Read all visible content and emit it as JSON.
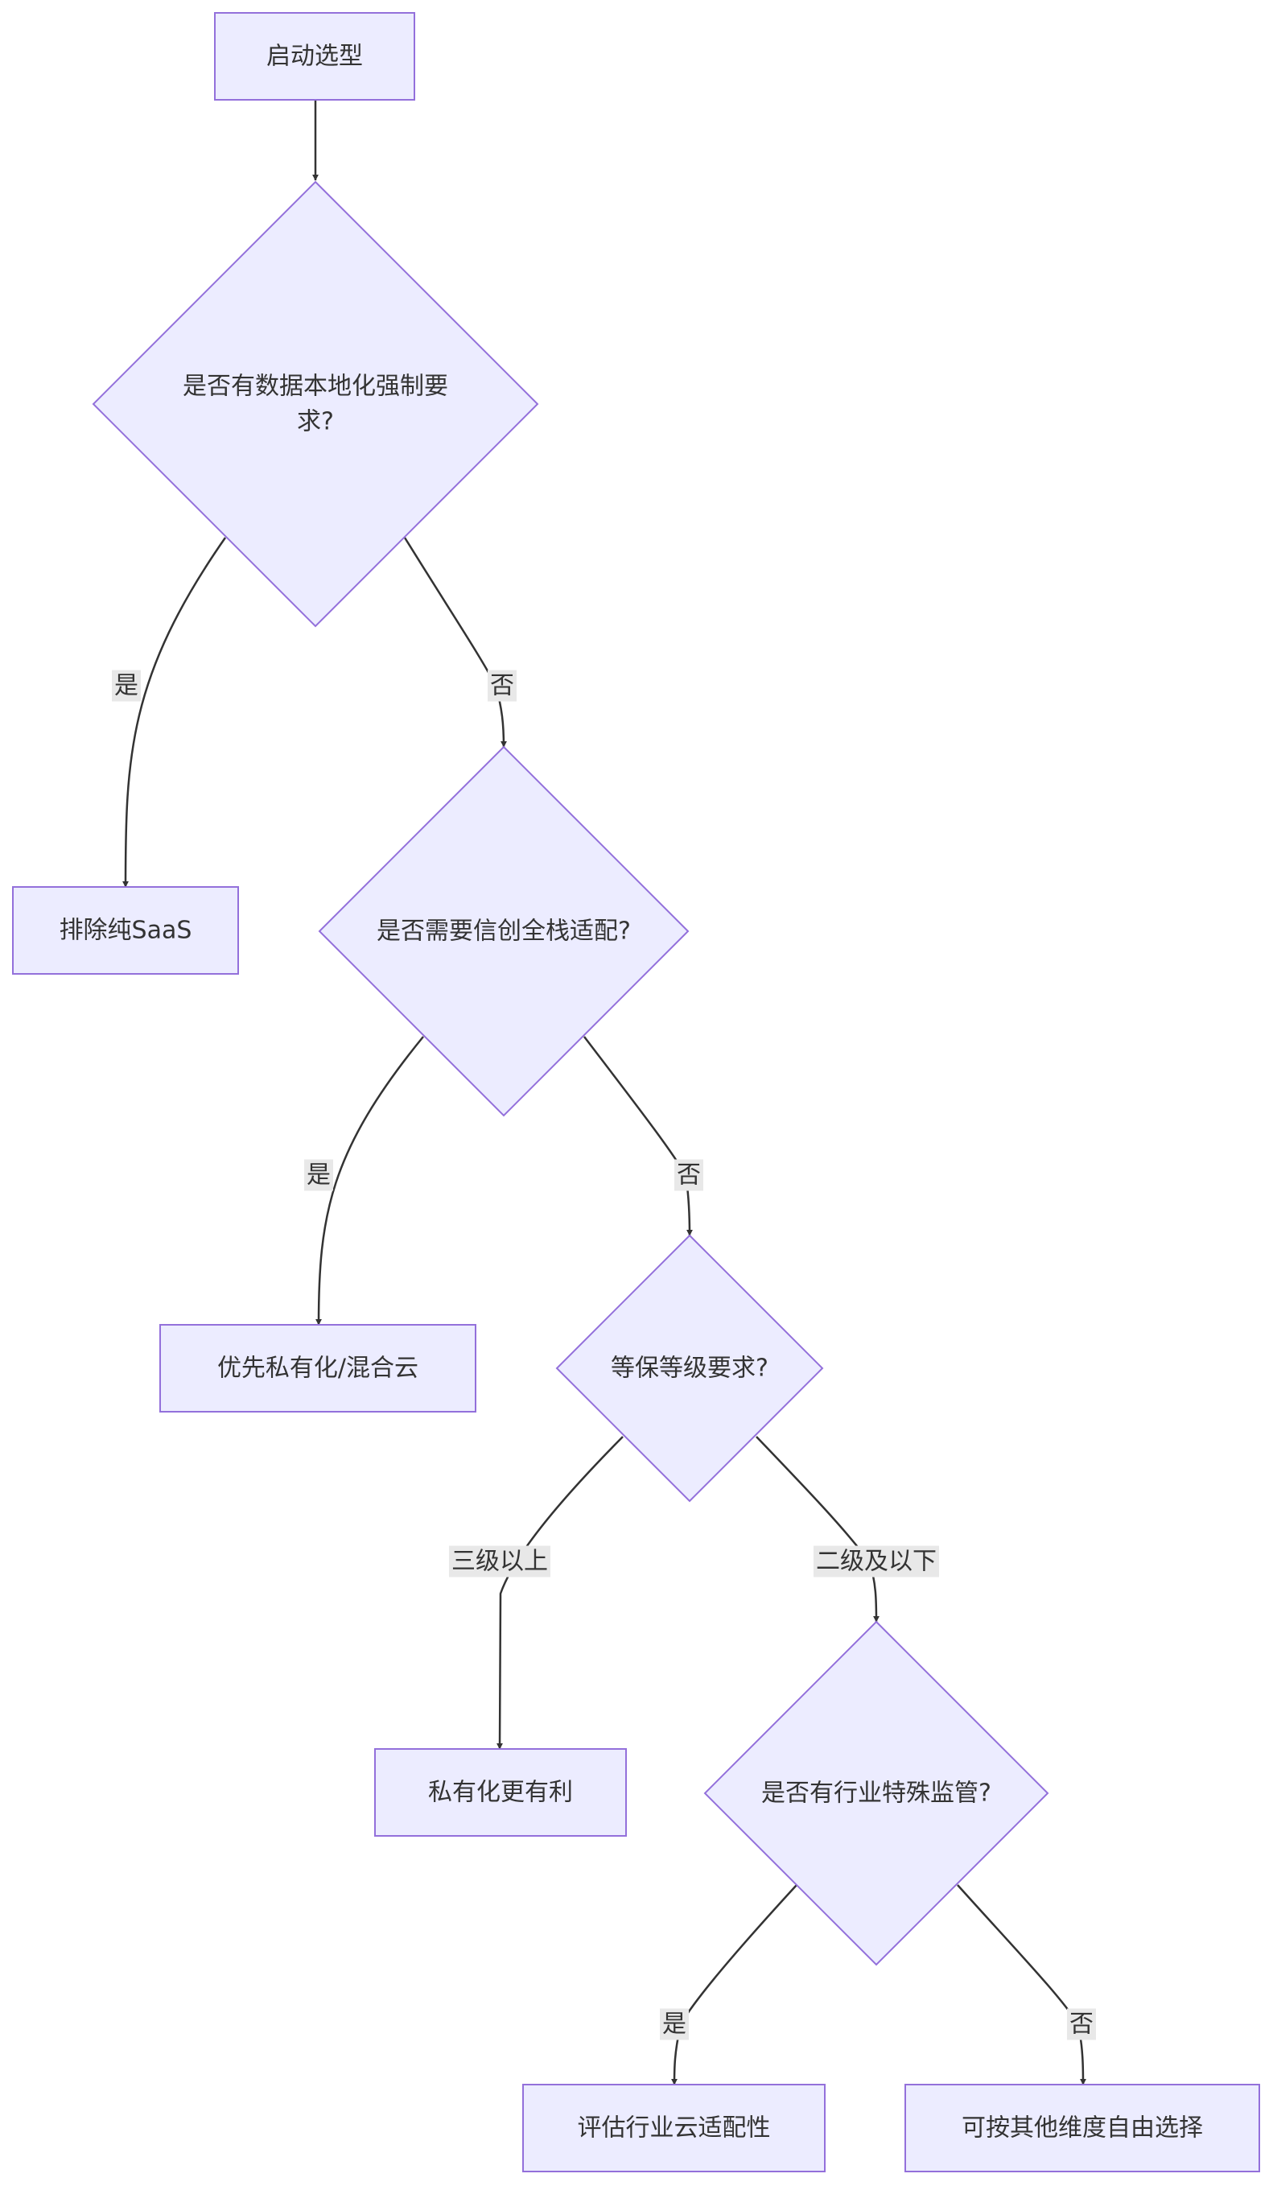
{
  "diagram": {
    "type": "flowchart",
    "nodes": {
      "start": {
        "shape": "rect",
        "lines": [
          "启动选型"
        ]
      },
      "q1": {
        "shape": "diamond",
        "lines": [
          "是否有数据本地化强制要",
          "求?"
        ]
      },
      "r1": {
        "shape": "rect",
        "lines": [
          "排除纯SaaS"
        ]
      },
      "q2": {
        "shape": "diamond",
        "lines": [
          "是否需要信创全栈适配?"
        ]
      },
      "r2": {
        "shape": "rect",
        "lines": [
          "优先私有化/混合云"
        ]
      },
      "q3": {
        "shape": "diamond",
        "lines": [
          "等保等级要求?"
        ]
      },
      "r3": {
        "shape": "rect",
        "lines": [
          "私有化更有利"
        ]
      },
      "q4": {
        "shape": "diamond",
        "lines": [
          "是否有行业特殊监管?"
        ]
      },
      "r4": {
        "shape": "rect",
        "lines": [
          "评估行业云适配性"
        ]
      },
      "r5": {
        "shape": "rect",
        "lines": [
          "可按其他维度自由选择"
        ]
      }
    },
    "edges": [
      {
        "id": "e-start-q1",
        "from": "start",
        "to": "q1",
        "label": ""
      },
      {
        "id": "e-q1-r1",
        "from": "q1",
        "to": "r1",
        "label": "是"
      },
      {
        "id": "e-q1-q2",
        "from": "q1",
        "to": "q2",
        "label": "否"
      },
      {
        "id": "e-q2-r2",
        "from": "q2",
        "to": "r2",
        "label": "是"
      },
      {
        "id": "e-q2-q3",
        "from": "q2",
        "to": "q3",
        "label": "否"
      },
      {
        "id": "e-q3-r3",
        "from": "q3",
        "to": "r3",
        "label": "三级以上"
      },
      {
        "id": "e-q3-q4",
        "from": "q3",
        "to": "q4",
        "label": "二级及以下"
      },
      {
        "id": "e-q4-r4",
        "from": "q4",
        "to": "r4",
        "label": "是"
      },
      {
        "id": "e-q4-r5",
        "from": "q4",
        "to": "r5",
        "label": "否"
      }
    ]
  },
  "colors": {
    "node_fill": "#ECECFF",
    "node_stroke": "#9370DB",
    "edge": "#333333",
    "text": "#333333",
    "edge_label_bg": "#e8e8e8"
  }
}
